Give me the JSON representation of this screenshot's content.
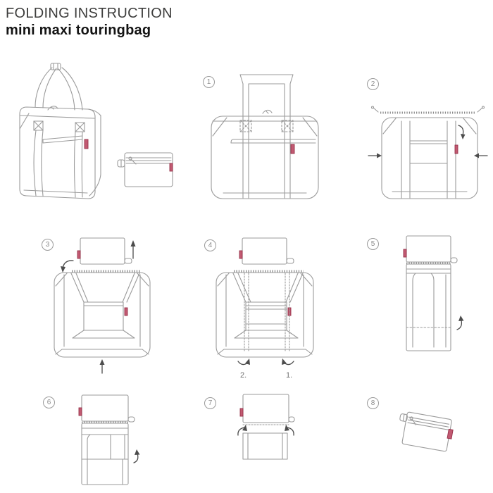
{
  "header": {
    "title": "FOLDING INSTRUCTION",
    "subtitle": "mini maxi touringbag"
  },
  "steps": [
    {
      "number": "1",
      "drawing": "bag-front-handles-up"
    },
    {
      "number": "2",
      "drawing": "zipper-open-fold-handles-press-sides-in"
    },
    {
      "number": "3",
      "drawing": "pull-pouch-out-fold-up"
    },
    {
      "number": "4",
      "drawing": "fold-sides-inward"
    },
    {
      "number": "5",
      "drawing": "folded-column-fold-bottom-up"
    },
    {
      "number": "6",
      "drawing": "fold-up-again"
    },
    {
      "number": "7",
      "drawing": "tuck-bundle-into-pouch"
    },
    {
      "number": "8",
      "drawing": "finished-mini-pouch"
    }
  ],
  "step4": {
    "fold_second": "2.",
    "fold_first": "1."
  },
  "colors": {
    "line": "#9b9b9b",
    "arrow": "#4c4c4c",
    "tag_red": "#c25a72",
    "tag_red_border": "#963049",
    "title_text": "#3e3e3d",
    "subtitle_text": "#141414",
    "badge_text": "#8b8b8b"
  }
}
